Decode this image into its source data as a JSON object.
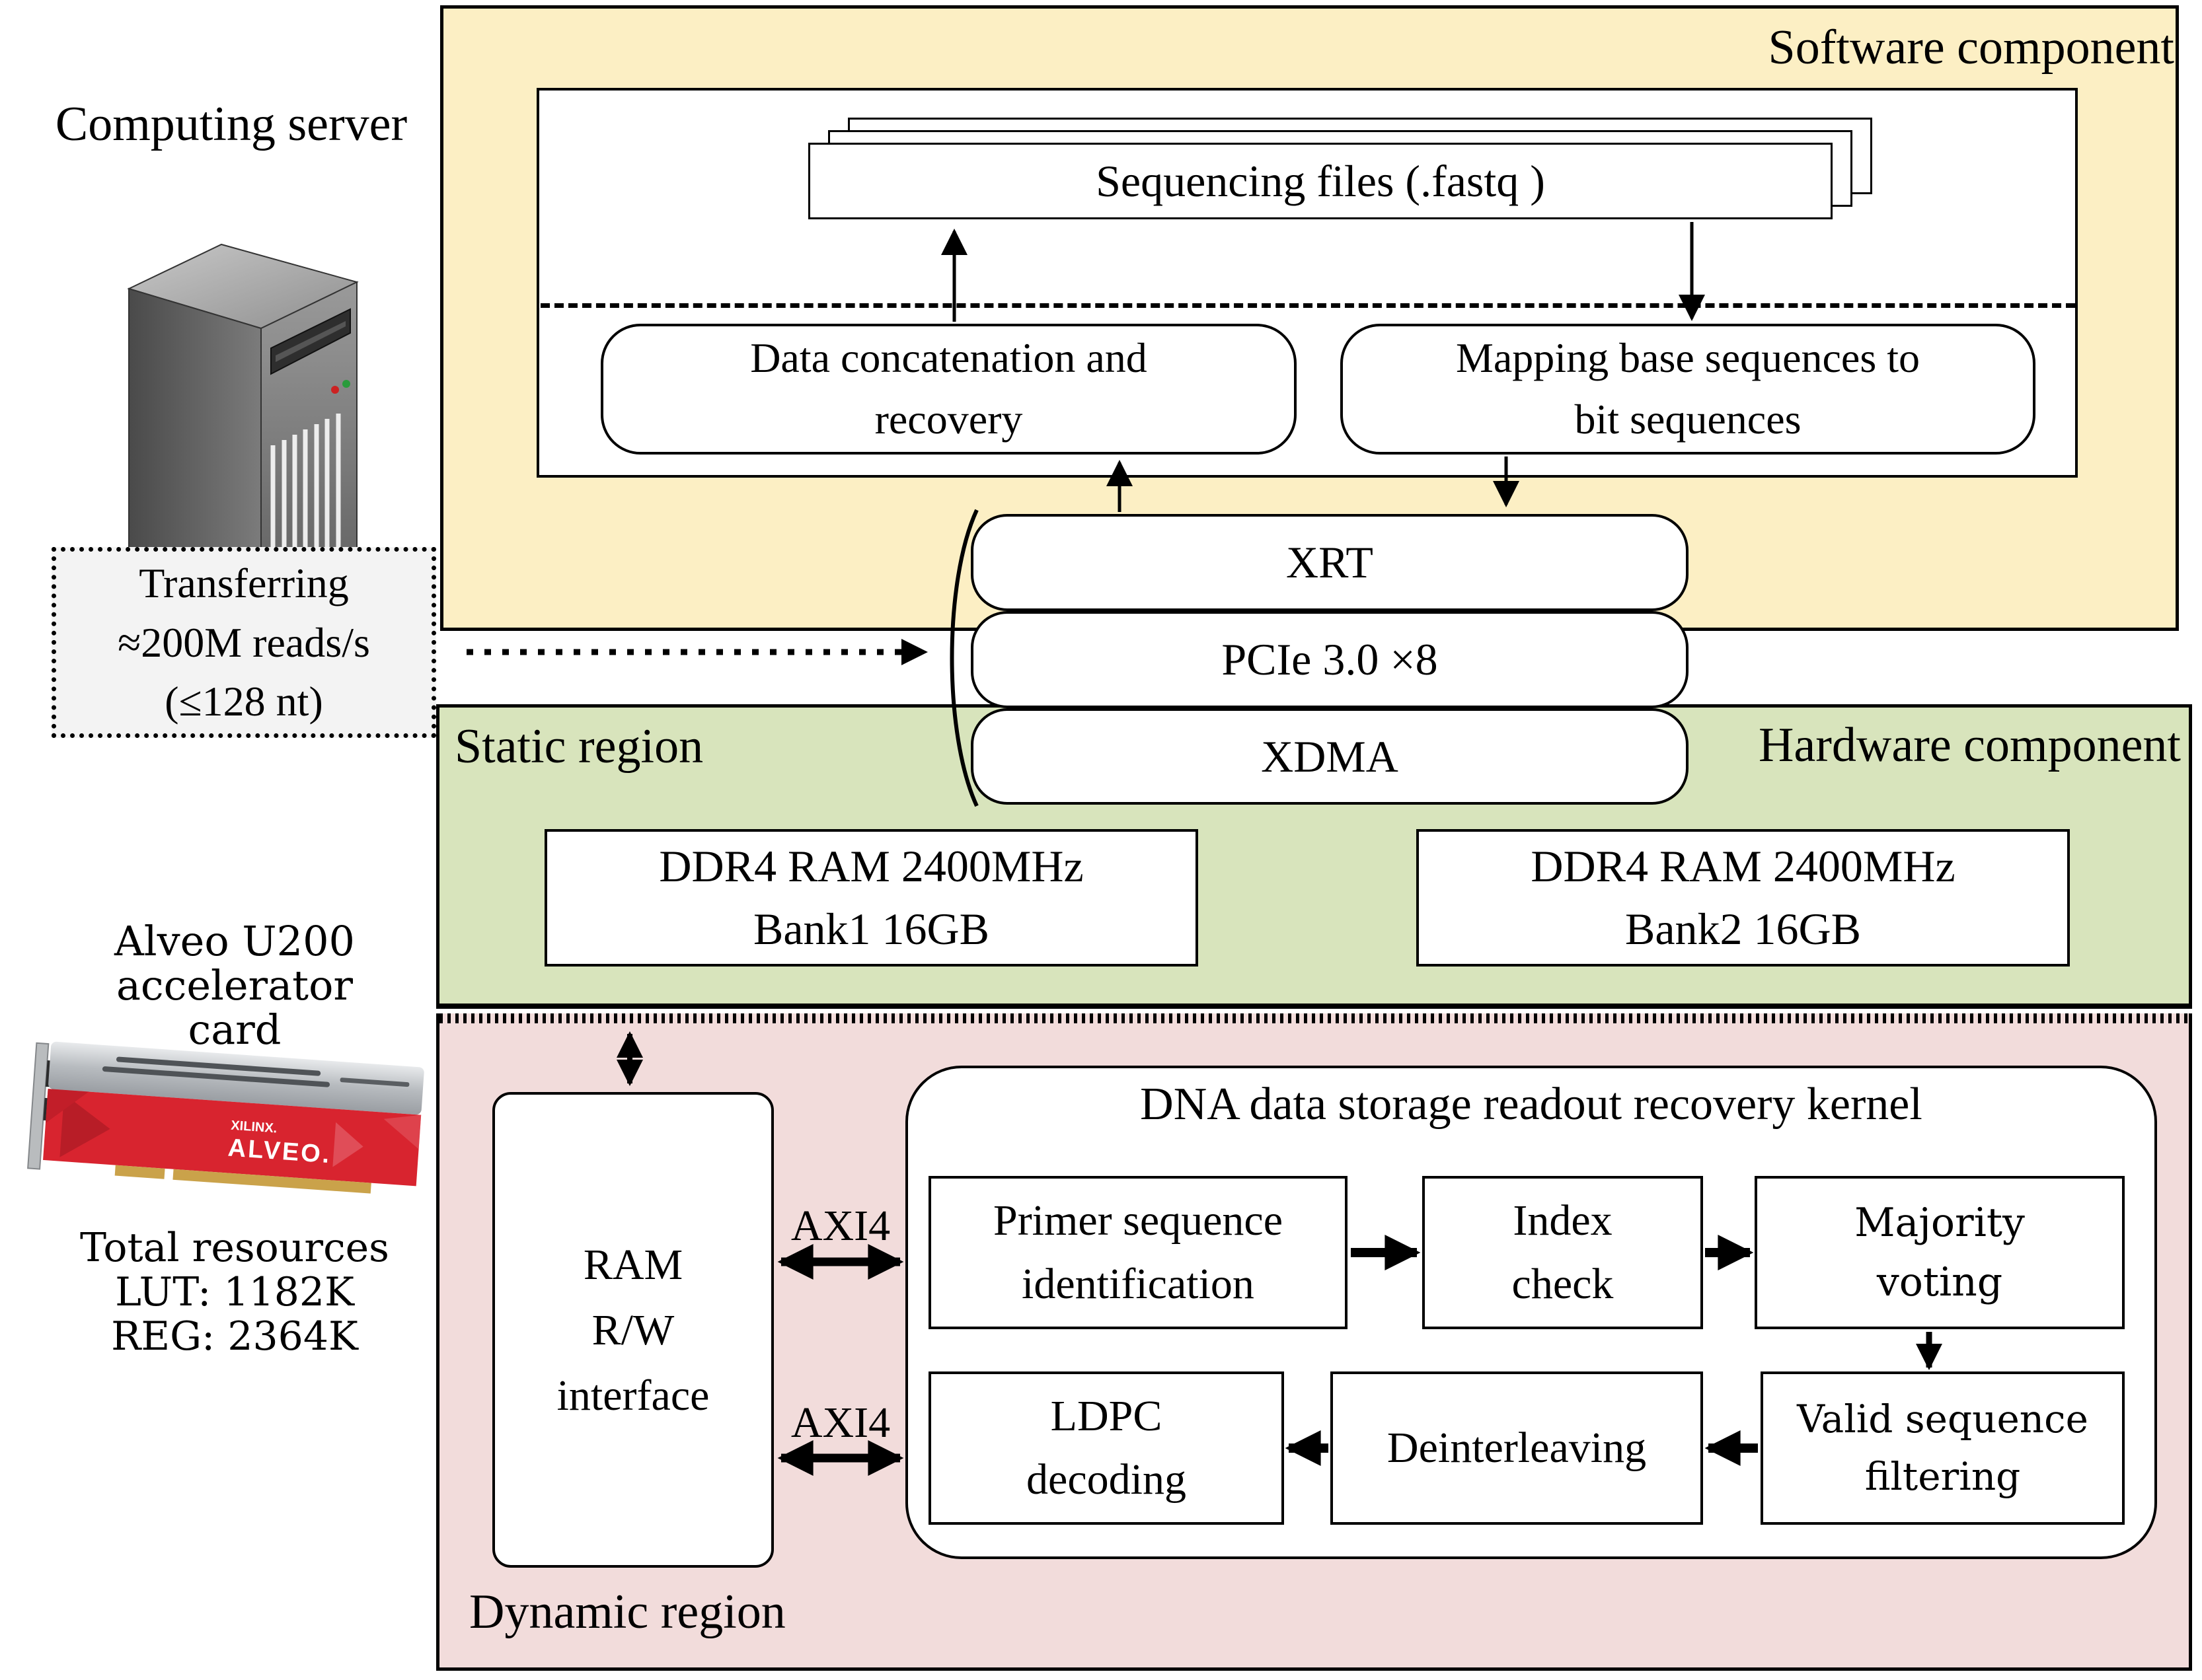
{
  "title": "DNA data storage readout recovery accelerator architecture diagram",
  "colors": {
    "software_bg": "#fcefc4",
    "hardware_bg": "#d8e4bc",
    "dynamic_bg": "#f2dcdb",
    "transfer_bg": "#f3f3f3",
    "box_border": "#000000",
    "card_red": "#d8242f",
    "gold": "#caa24a"
  },
  "icons": {
    "server": "server-tower-icon",
    "accelerator_card": "alveo-accelerator-card-icon"
  },
  "labels": {
    "computing_server": "Computing server",
    "software_component": "Software component",
    "hardware_component": "Hardware component",
    "static_region": "Static region",
    "dynamic_region": "Dynamic region"
  },
  "software": {
    "sequencing_files": "Sequencing files (.fastq )",
    "data_concat_line1": "Data concatenation and",
    "data_concat_line2": "recovery",
    "mapping_line1": "Mapping base sequences to",
    "mapping_line2": "bit sequences"
  },
  "stack": {
    "xrt": "XRT",
    "pcie": "PCIe 3.0 ×8",
    "xdma": "XDMA"
  },
  "transfer": {
    "line1": "Transferring",
    "line2": "≈200M reads/s",
    "line3": "(≤128 nt)"
  },
  "hardware": {
    "ddr1_line1": "DDR4 RAM 2400MHz",
    "ddr1_line2": "Bank1 16GB",
    "ddr2_line1": "DDR4 RAM 2400MHz",
    "ddr2_line2": "Bank2 16GB"
  },
  "dynamic": {
    "ram_line1": "RAM",
    "ram_line2": "R/W",
    "ram_line3": "interface",
    "axi4_top": "AXI4",
    "axi4_bottom": "AXI4",
    "kernel_title": "DNA data storage readout recovery kernel",
    "primer_line1": "Primer sequence",
    "primer_line2": "identification",
    "index_line1": "Index",
    "index_line2": "check",
    "majority_line1": "Majority",
    "majority_line2": "voting",
    "valid_line1": "Valid sequence",
    "valid_line2": "filtering",
    "deinterleaving": "Deinterleaving",
    "ldpc_line1": "LDPC",
    "ldpc_line2": "decoding"
  },
  "left_column": {
    "alveo_line1": "Alveo U200",
    "alveo_line2": "accelerator",
    "alveo_line3": "card",
    "resources_line1": "Total resources",
    "resources_line2": "LUT: 1182K",
    "resources_line3": "REG: 2364K",
    "card_brand": "XILINX.",
    "card_label": "ALVEO."
  }
}
